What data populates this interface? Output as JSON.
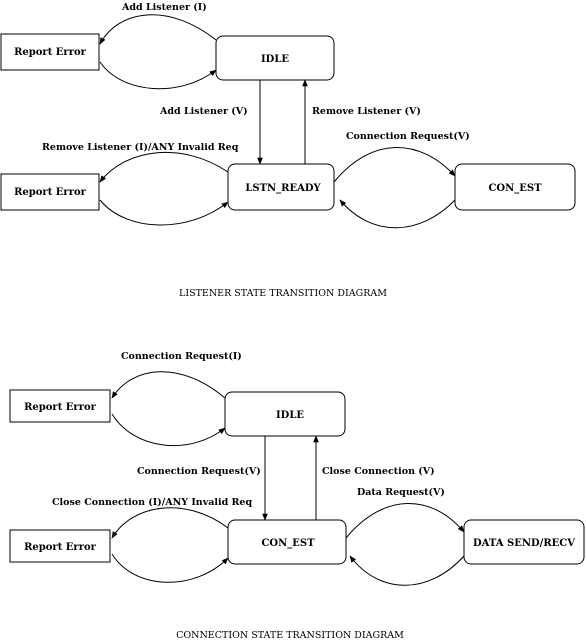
{
  "listener": {
    "title": "LISTENER STATE TRANSITION DIAGRAM",
    "states": {
      "error_top": "Report Error",
      "idle": "IDLE",
      "error_mid": "Report Error",
      "lstn_ready": "LSTN_READY",
      "con_est": "CON_EST"
    },
    "transitions": {
      "add_listener_invalid": "Add Listener (I)",
      "add_listener_valid": "Add Listener (V)",
      "remove_listener_valid": "Remove Listener (V)",
      "remove_listener_invalid": "Remove Listener (I)/ANY Invalid Req",
      "connection_request_valid": "Connection Request(V)"
    }
  },
  "connection": {
    "title": "CONNECTION STATE TRANSITION DIAGRAM",
    "states": {
      "error_top": "Report Error",
      "idle": "IDLE",
      "error_mid": "Report Error",
      "con_est": "CON_EST",
      "data_send_recv": "DATA SEND/RECV"
    },
    "transitions": {
      "connection_request_invalid": "Connection Request(I)",
      "connection_request_valid": "Connection Request(V)",
      "close_connection_valid": "Close Connection (V)",
      "close_connection_invalid": "Close Connection (I)/ANY Invalid Req",
      "data_request_valid": "Data Request(V)"
    }
  }
}
